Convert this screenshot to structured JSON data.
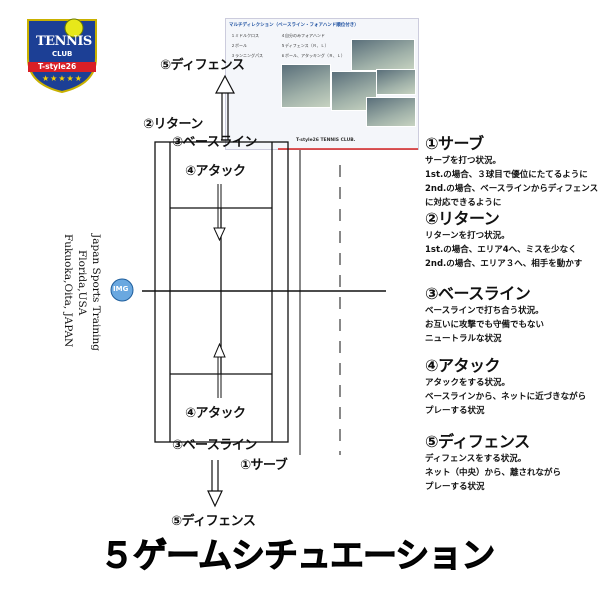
{
  "logo": {
    "line1": "TENNIS",
    "line2": "CLUB",
    "line3": "T-style26",
    "stars": "★★★★★"
  },
  "thumbnail": {
    "title": "マルチディレクション（ベースライン・フォアハンド順位付き）",
    "rows": [
      {
        "left": "１ミドルクロス",
        "right": "４自分のみフォアハンド"
      },
      {
        "left": "２ボール",
        "right": "５ディフェンス（Ｒ、Ｌ）"
      },
      {
        "left": "３ランニングパス",
        "right": "６ボール、アタッキング（Ｒ、Ｌ）"
      }
    ],
    "footer": "T-style26 TENNIS CLUB."
  },
  "court_labels": {
    "defense_top": "⑤ディフェンス",
    "return": "②リターン",
    "baseline_top": "③ベースライン",
    "attack_top": "④アタック",
    "attack_bottom": "④アタック",
    "baseline_bottom": "③ベースライン",
    "serve": "①サーブ",
    "defense_bottom": "⑤ディフェンス"
  },
  "img_logo": "IMG",
  "vertical_text": {
    "col1": "Japan Sports Training",
    "col2": "Florida,USA",
    "col3": "Fukuoka,Oita, JAPAN"
  },
  "descriptions": [
    {
      "heading": "①サーブ",
      "lines": [
        "サーブを打つ状況。",
        "1st.の場合、３球目で優位にたてるように",
        "2nd.の場合、ベースラインからディフェンス",
        "に対応できるように"
      ]
    },
    {
      "heading": "②リターン",
      "lines": [
        "リターンを打つ状況。",
        "1st.の場合、エリア4へ、ミスを少なく",
        "2nd.の場合、エリア３へ、相手を動かす"
      ]
    },
    {
      "heading": "③ベースライン",
      "lines": [
        "ベースラインで打ち合う状況。",
        "お互いに攻撃でも守備でもない",
        "ニュートラルな状況"
      ]
    },
    {
      "heading": "④アタック",
      "lines": [
        "アタックをする状況。",
        "ベースラインから、ネットに近づきながら",
        "プレーする状況"
      ]
    },
    {
      "heading": "⑤ディフェンス",
      "lines": [
        "ディフェンスをする状況。",
        "ネット（中央）から、離されながら",
        "プレーする状況"
      ]
    }
  ],
  "title": "５ゲームシチュエーション"
}
